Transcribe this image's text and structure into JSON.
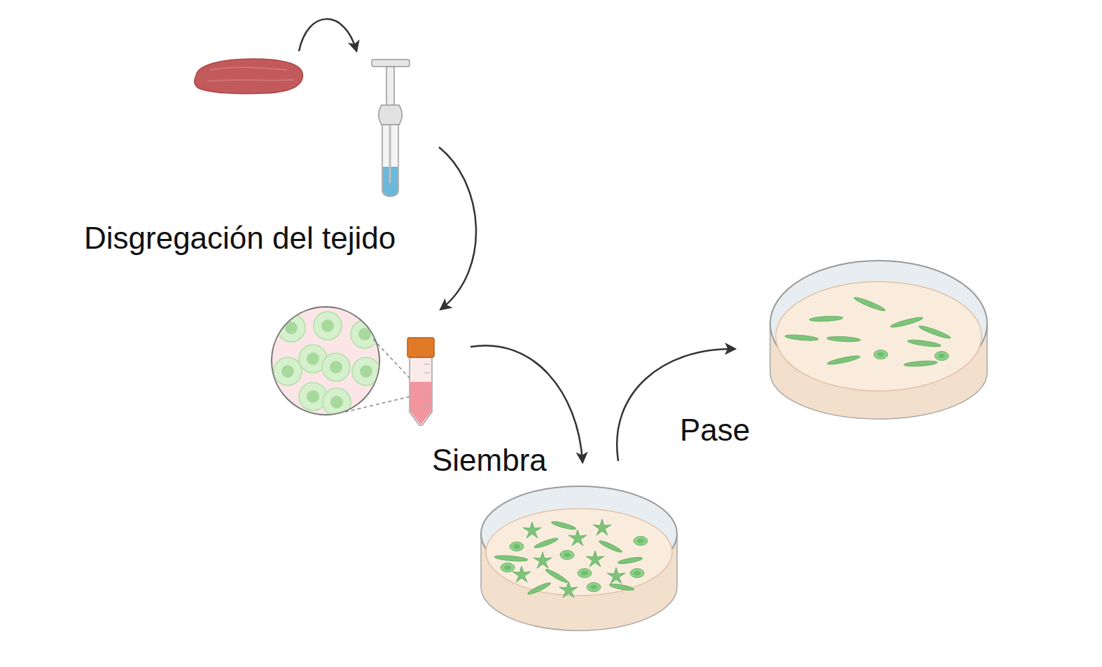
{
  "diagram": {
    "labels": [
      "Disgregación del tejido",
      "Siembra",
      "Pase"
    ]
  }
}
